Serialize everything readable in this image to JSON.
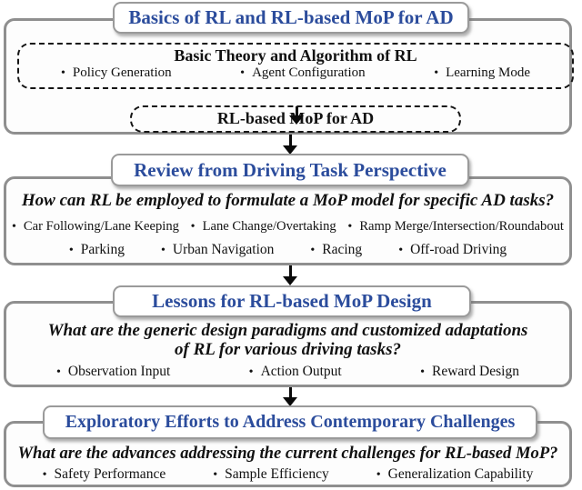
{
  "figure": {
    "description": "Survey structure flowchart for RL-based motion planning (MoP) in autonomous driving (AD)",
    "accent_color": "#2b4c9c",
    "border_gray": "#8f8f8f",
    "line_black": "#0a0a0a"
  },
  "sections": [
    {
      "title": "Basics of RL and RL-based MoP for AD",
      "inner_boxes": [
        {
          "heading": "Basic Theory and Algorithm of RL",
          "bullets": [
            "Policy Generation",
            "Agent Configuration",
            "Learning Mode"
          ]
        },
        {
          "heading": "RL-based MoP for  AD",
          "bullets": []
        }
      ]
    },
    {
      "title": "Review from Driving Task Perspective",
      "question_lines": [
        "How can RL be employed to formulate a MoP model for specific AD tasks?"
      ],
      "bullet_rows": [
        [
          "Car Following/Lane Keeping",
          "Lane Change/Overtaking",
          "Ramp Merge/Intersection/Roundabout"
        ],
        [
          "Parking",
          "Urban Navigation",
          "Racing",
          "Off-road Driving"
        ]
      ]
    },
    {
      "title": "Lessons for RL-based MoP Design",
      "question_lines": [
        "What are the generic design paradigms and customized adaptations",
        "of RL for various driving tasks?"
      ],
      "bullet_rows": [
        [
          "Observation Input",
          "Action Output",
          "Reward Design"
        ]
      ]
    },
    {
      "title": "Exploratory Efforts to Address Contemporary Challenges",
      "question_lines": [
        "What are the advances addressing the current challenges for RL-based MoP?"
      ],
      "bullet_rows": [
        [
          "Safety Performance",
          "Sample Efficiency",
          "Generalization Capability"
        ]
      ]
    }
  ]
}
